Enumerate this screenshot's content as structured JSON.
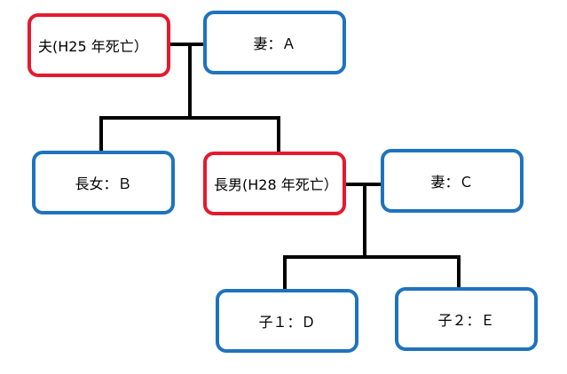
{
  "colors": {
    "living_border": "#1e73be",
    "deceased_border": "#e5192e",
    "connector": "#000000"
  },
  "family": {
    "husband": "夫(H25 年死亡）",
    "wife1": "妻：Ａ",
    "eldest_daughter": "長女：Ｂ",
    "eldest_son": "長男(H28 年死亡）",
    "wife2": "妻：Ｃ",
    "child1": "子１：Ｄ",
    "child2": "子２：Ｅ"
  }
}
